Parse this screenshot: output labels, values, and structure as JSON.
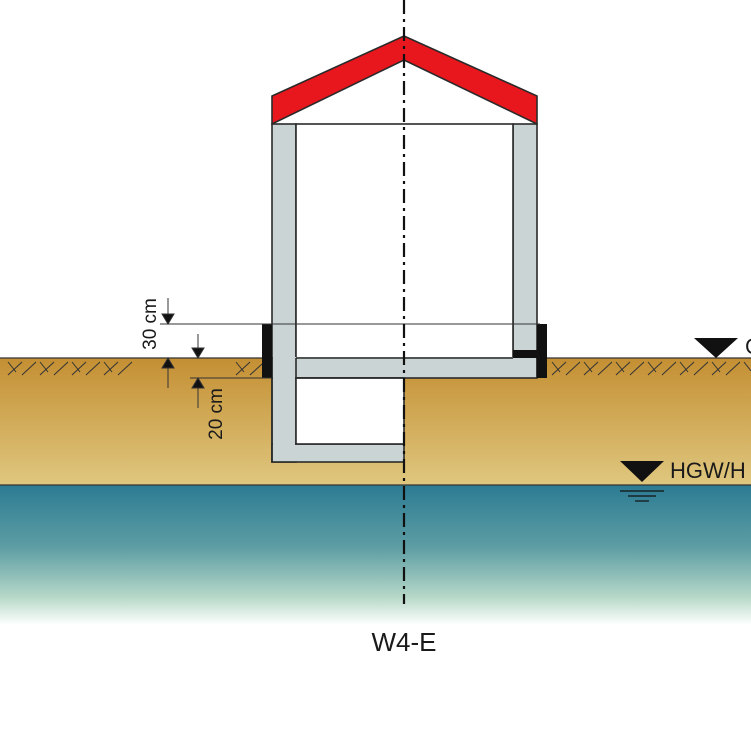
{
  "diagram": {
    "caption": "W4-E",
    "dim_top": "30 cm",
    "dim_bottom": "20 cm",
    "terrain_label": "G",
    "groundwater_label": "HGW/H"
  },
  "colors": {
    "roof": "#e8161d",
    "wall": "#cbd4d4",
    "soil_top": "#c7953a",
    "soil_bottom": "#dcc278",
    "water_top": "#2f7f95",
    "water_bottom": "#ffffff",
    "seal": "#111111"
  }
}
